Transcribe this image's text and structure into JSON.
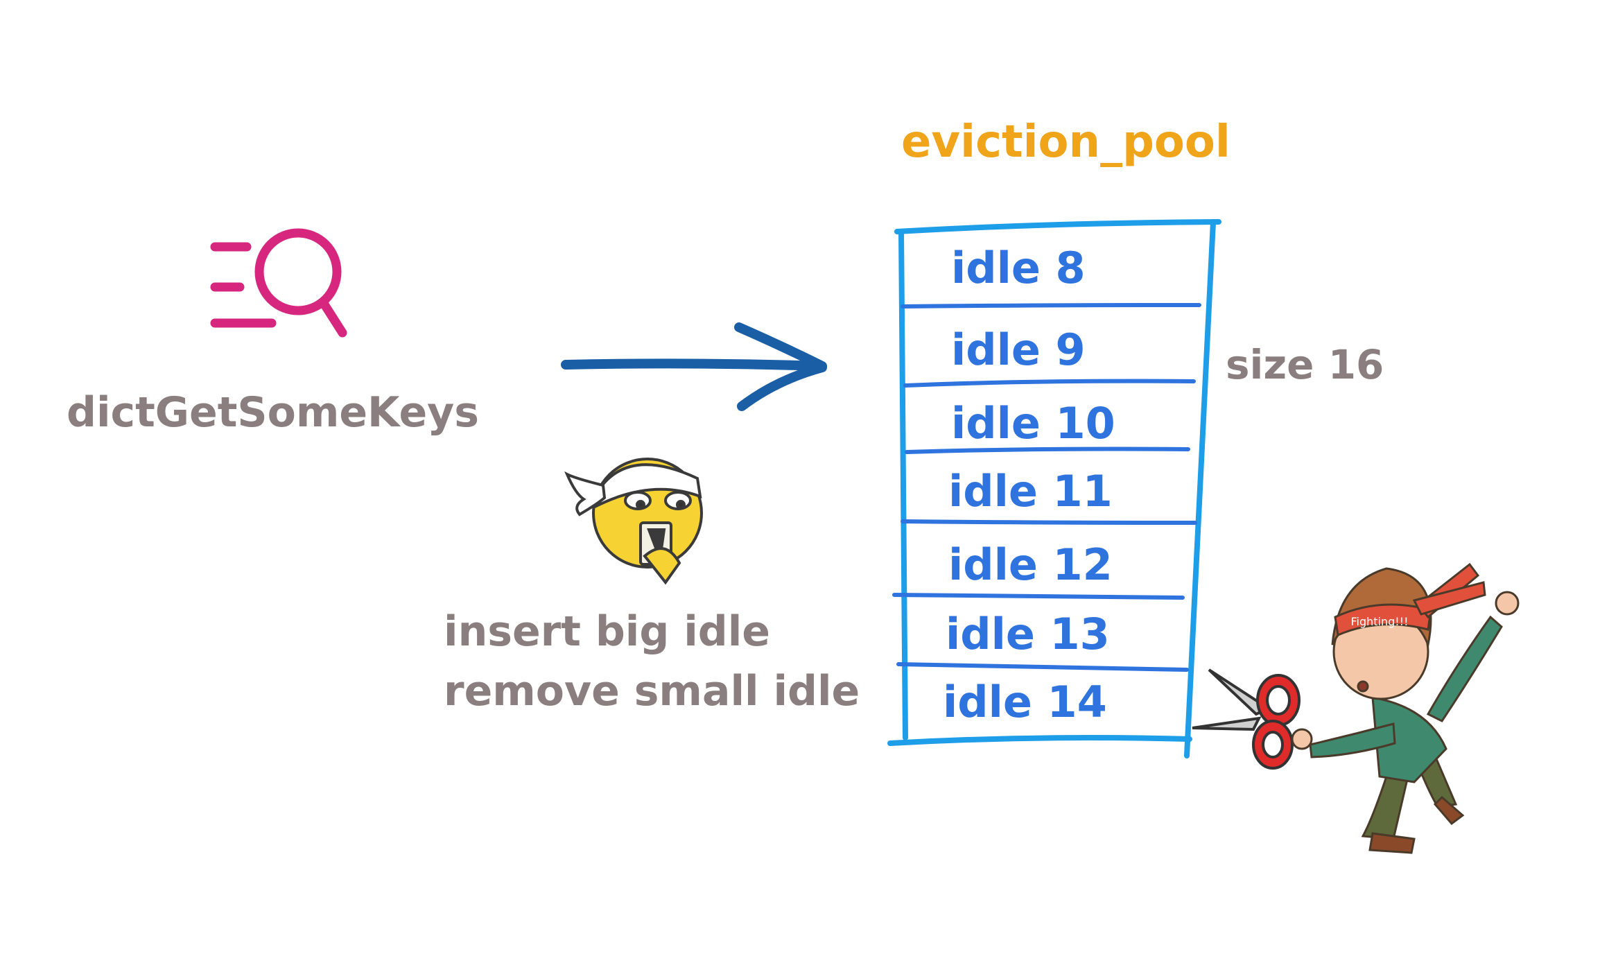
{
  "diagram": {
    "title": "eviction_pool",
    "function_name": "dictGetSomeKeys",
    "size_label": "size 16",
    "note_lines": [
      "insert big idle",
      "remove small idle"
    ],
    "pool_slots": [
      "idle 8",
      "idle 9",
      "idle 10",
      "idle 11",
      "idle 12",
      "idle 13",
      "idle 14"
    ],
    "headband_text": "Fighting!!!"
  },
  "colors": {
    "title": "#f0a419",
    "pool_border": "#1e9de8",
    "slot_text": "#2f73de",
    "label_gray": "#8a7e7e",
    "arrow": "#1a5fa6",
    "search_icon": "#d6267e"
  },
  "icons": [
    "search-list-icon",
    "right-arrow",
    "thinking-emoji",
    "scissors-icon",
    "fighting-character"
  ]
}
